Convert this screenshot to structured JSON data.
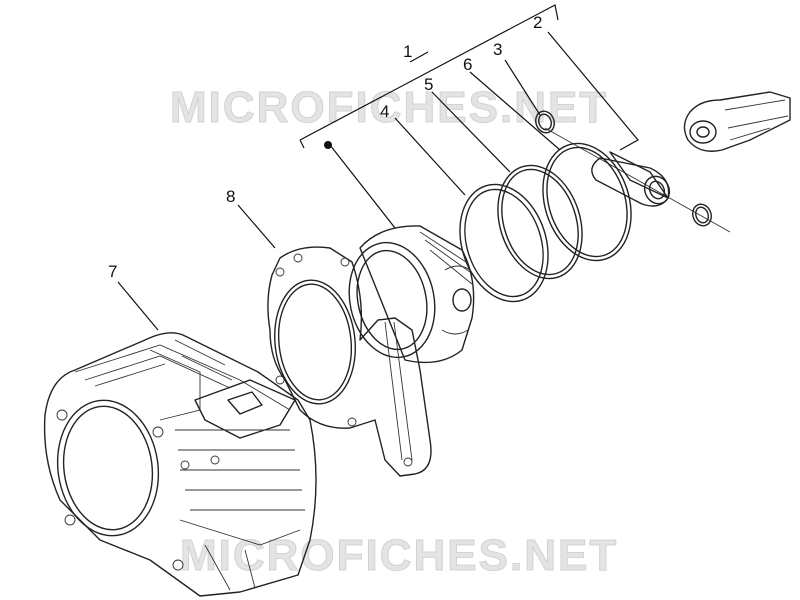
{
  "watermark": {
    "top": "MICROFICHES.NET",
    "bottom": "MICROFICHES.NET"
  },
  "callouts": {
    "c1": "1",
    "c2": "2",
    "c3": "3",
    "c4": "4",
    "c5": "5",
    "c6": "6",
    "c7": "7",
    "c8": "8"
  },
  "colors": {
    "line": "#222222",
    "watermark": "#e4e4e4",
    "background": "#ffffff"
  }
}
